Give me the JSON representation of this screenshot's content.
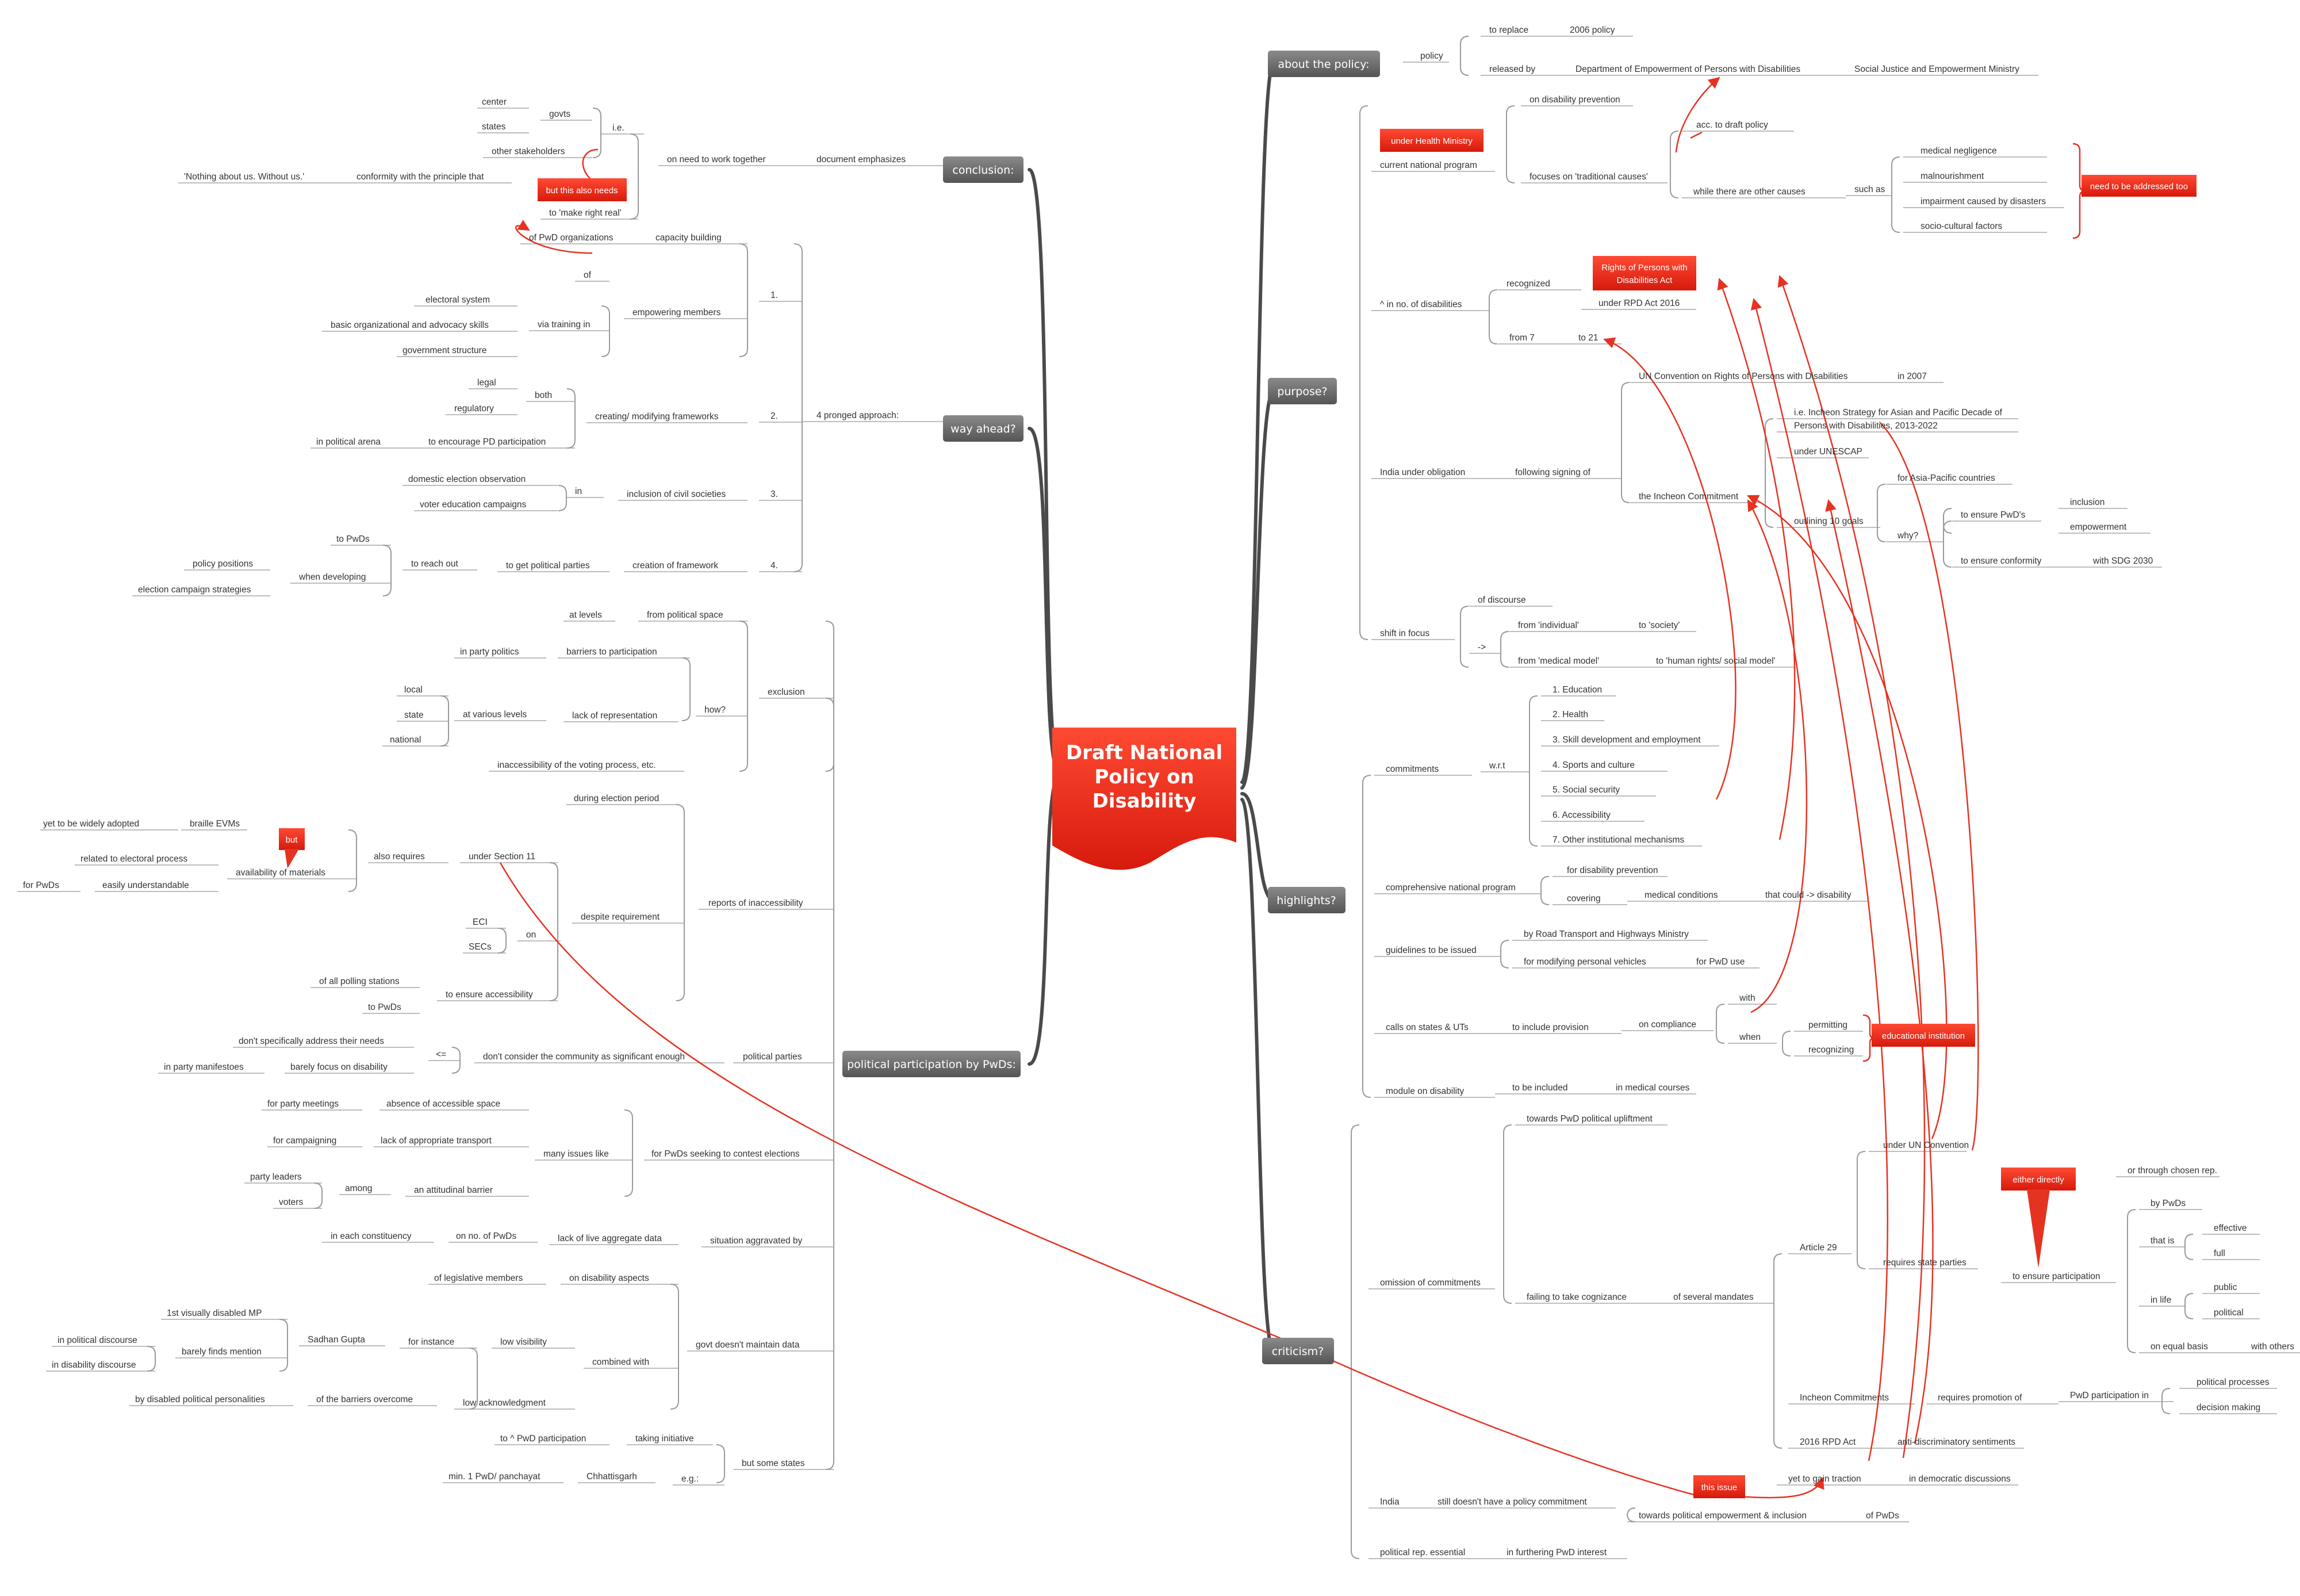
{
  "title": [
    "Draft National",
    "Policy on",
    "Disability"
  ],
  "branches": {
    "about": "about the policy:",
    "purpose": "purpose?",
    "highlights": "highlights?",
    "criticism": "criticism?",
    "conclusion": "conclusion:",
    "way_ahead": "way ahead?",
    "political": "political participation by PwDs:"
  },
  "about": {
    "policy": "policy",
    "to_replace": "to replace",
    "old_policy": "2006 policy",
    "released_by": "released by",
    "dept": "Department of Empowerment of Persons with Disabilities",
    "ministry": "Social Justice and Empowerment Ministry"
  },
  "purpose": {
    "under_health": "under Health Ministry",
    "current_program": "current national program",
    "on_prevention": "on disability prevention",
    "focuses": "focuses on 'traditional causes'",
    "acc_draft": "acc. to draft policy",
    "while_other": "while there are other causes",
    "such_as": "such as",
    "medical_negligence": "medical negligence",
    "malnourishment": "malnourishment",
    "impairment": "impairment caused by disasters",
    "socio": "socio-cultural factors",
    "need_addressed": "need to be addressed too",
    "rise": "^ in no. of disabilities",
    "recognized": "recognized",
    "rpd_box": [
      "Rights of Persons with",
      "Disabilities Act"
    ],
    "under_rpd": "under RPD Act 2016",
    "from7": "from 7",
    "to21": "to 21",
    "obligation": "India under obligation",
    "following": "following signing of",
    "uncrpd": "UN Convention on Rights of Persons with Disabilities",
    "in2007": "in 2007",
    "incheon": "the Incheon Commitment",
    "ie_incheon": [
      "i.e. Incheon Strategy for Asian and Pacific Decade of",
      "Persons with Disabilities, 2013-2022"
    ],
    "unescap": "under UNESCAP",
    "goals": "outlining 10 goals",
    "asia": "for Asia-Pacific countries",
    "why": "why?",
    "ensure_pwds": "to ensure PwD's",
    "inclusion": "inclusion",
    "empowerment": "empowerment",
    "conformity": "to ensure conformity",
    "sdg": "with SDG 2030",
    "shift": "shift in focus",
    "discourse": "of discourse",
    "arrow": "->",
    "individual": "from 'individual'",
    "society": "to 'society'",
    "medical": "from 'medical model'",
    "hr": "to 'human rights/ social model'"
  },
  "highlights": {
    "commitments": "commitments",
    "wrt": "w.r.t",
    "items": [
      "1. Education",
      "2. Health",
      "3. Skill development and employment",
      "4. Sports and culture",
      "5. Social security",
      "6. Accessibility",
      "7. Other institutional mechanisms"
    ],
    "comprehensive": "comprehensive national program",
    "prevention": "for disability prevention",
    "covering": "covering",
    "med_cond": "medical conditions",
    "could": "that could -> disability",
    "guidelines": "guidelines to be issued",
    "road": "by Road Transport and Highways Ministry",
    "vehicles": "for modifying personal vehicles",
    "pwd_use": "for PwD use",
    "calls": "calls on states & UTs",
    "provision": "to include provision",
    "compliance": "on compliance",
    "with": "with",
    "when": "when",
    "permitting": "permitting",
    "recognizing": "recognizing",
    "edu_inst": "educational institution",
    "module": "module on disability",
    "included": "to be included",
    "courses": "in medical courses"
  },
  "criticism": {
    "omission": "omission of commitments",
    "towards_uplift": "towards PwD political upliftment",
    "failing": "failing to take cognizance",
    "mandates": "of several mandates",
    "article29": "Article 29",
    "under_unc": "under UN Convention",
    "requires": "requires state parties",
    "either": "either directly",
    "chosen": "or through chosen rep.",
    "ensure_part": "to ensure participation",
    "by_pwds": "by PwDs",
    "that_is": "that is",
    "effective": "effective",
    "full": "full",
    "in_life": "in life",
    "public": "public",
    "political": "political",
    "equal": "on equal basis",
    "others": "with others",
    "incheon_c": "Incheon Commitments",
    "requires_promo": "requires promotion of",
    "pwd_part_in": "PwD participation in",
    "pol_proc": "political processes",
    "decision": "decision making",
    "rpd2016": "2016 RPD Act",
    "anti": "anti-discriminatory sentiments",
    "yet": "yet to gain traction",
    "democratic": "in democratic discussions",
    "this_issue": "this issue",
    "india": "India",
    "no_commit": "still doesn't have a policy commitment",
    "towards_emp": "towards political empowerment & inclusion",
    "of_pwds": "of PwDs",
    "pol_rep": "political rep. essential",
    "furthering": "in furthering PwD interest"
  },
  "conclusion": {
    "emphasizes": "document emphasizes",
    "need_work": "on need to work together",
    "ie": "i.e.",
    "govts": "govts",
    "center": "center",
    "states": "states",
    "other_sh": "other stakeholders",
    "conformity": "conformity with the principle that",
    "nothing": "'Nothing about us. Without us.'",
    "but_needs": "but this also needs",
    "make_right": "to 'make right real'"
  },
  "way_ahead": {
    "pronged": "4 pronged approach:",
    "n1": "1.",
    "empowering": "empowering members",
    "capacity": "capacity building",
    "pwd_orgs": "of PwD organizations",
    "of": "of",
    "via": "via training in",
    "electoral": "electoral system",
    "basic": "basic organizational and advocacy skills",
    "gov_struct": "government structure",
    "n2": "2.",
    "creating": "creating/ modifying frameworks",
    "both": "both",
    "legal": "legal",
    "regulatory": "regulatory",
    "encourage": "to encourage PD participation",
    "arena": "in political arena",
    "n3": "3.",
    "civil": "inclusion of civil societies",
    "in": "in",
    "domestic": "domestic election observation",
    "voter": "voter education campaigns",
    "n4": "4.",
    "creation": "creation of framework",
    "get_parties": "to get political parties",
    "reach": "to reach out",
    "to_pwds": "to PwDs",
    "developing": "when developing",
    "positions": "policy positions",
    "strategies": "election campaign strategies"
  },
  "political": {
    "exclusion": "exclusion",
    "how": "how?",
    "from_space": "from political space",
    "at_levels": "at levels",
    "barriers": "barriers to participation",
    "party_politics": "in party politics",
    "lack_rep": "lack of representation",
    "various": "at various levels",
    "local": "local",
    "state": "state",
    "national": "national",
    "inaccessibility": "inaccessibility of the voting process, etc.",
    "reports": "reports of inaccessibility",
    "during": "during election period",
    "despite": "despite requirement",
    "section11": "under Section 11",
    "also_requires": "also requires",
    "availability": "availability of materials",
    "but": "but",
    "braille": "braille EVMs",
    "not_adopted": "yet to be widely adopted",
    "related": "related to electoral process",
    "understandable": "easily understandable",
    "for_pwds": "for PwDs",
    "on": "on",
    "eci": "ECI",
    "secs": "SECs",
    "ensure_access": "to ensure accessibility",
    "polling": "of all polling stations",
    "to_pwds": "to PwDs",
    "parties": "political parties",
    "dont_consider": "don't consider the community as significant enough",
    "lt": "<=",
    "dont_address": "don't specifically address their needs",
    "barely_focus": "barely focus on disability",
    "manifestoes": "in party manifestoes",
    "contest": "for PwDs seeking to contest elections",
    "many_issues": "many issues like",
    "absence": "absence of accessible space",
    "party_meetings": "for party meetings",
    "transport": "lack of appropriate transport",
    "campaigning": "for campaigning",
    "attitudinal": "an attitudinal barrier",
    "among": "among",
    "party_leaders": "party leaders",
    "voters": "voters",
    "aggravated": "situation aggravated by",
    "live_data": "lack of live aggregate data",
    "no_pwds": "on no. of PwDs",
    "constituency": "in each constituency",
    "govt_data": "govt doesn't maintain data",
    "combined": "combined with",
    "disability_aspects": "on disability aspects",
    "legislative": "of legislative members",
    "low_vis": "low visibility",
    "for_instance": "for instance",
    "sadhan": "Sadhan Gupta",
    "first_mp": "1st visually disabled MP",
    "barely_mention": "barely finds mention",
    "pol_discourse": "in political discourse",
    "dis_discourse": "in disability discourse",
    "low_ack": "low acknowledgment",
    "overcome": "of the barriers overcome",
    "by_disabled": "by disabled political personalities",
    "some_states": "but some states",
    "taking": "taking initiative",
    "pd_part": "to ^ PwD participation",
    "eg": "e.g.:",
    "chhattisgarh": "Chhattisgarh",
    "min1": "min. 1 PwD/ panchayat"
  }
}
